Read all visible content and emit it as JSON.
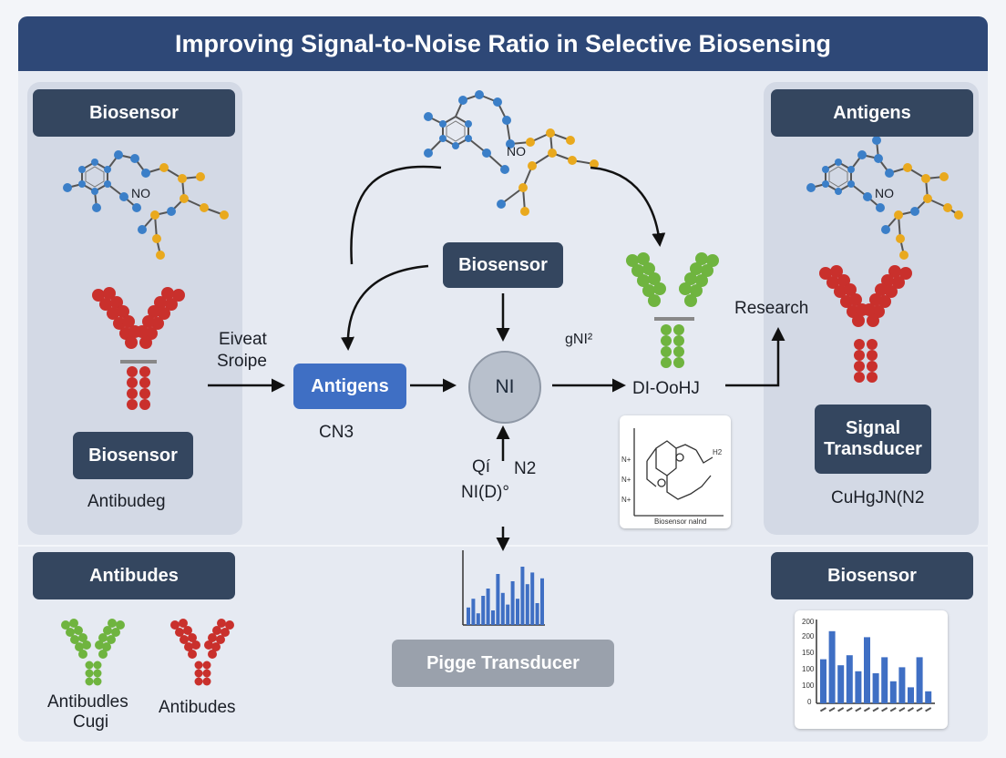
{
  "title": "Improving Signal-to-Noise Ratio in Selective Biosensing",
  "left_panel": {
    "header": "Biosensor",
    "molecule_label": "NO",
    "side_text_1": "Eiveat",
    "side_text_2": "Sroipe",
    "bottom_tag": "Biosensor",
    "caption": "Antibudeg"
  },
  "center": {
    "top_molecule_label": "NO",
    "biosensor_tag": "Biosensor",
    "antigens_tag": "Antigens",
    "antigens_caption": "CN3",
    "node_label": "NI",
    "formula_top_right": "gNI²",
    "formula_right": "DI-OoHJ",
    "formula_below_1": "Qí",
    "formula_below_2": "N2",
    "formula_below_3": "NI(D)°",
    "transducer_tag": "Pigge Transducer"
  },
  "inset_structure": {
    "labels": [
      "H2",
      "N+",
      "N+",
      "N+"
    ],
    "caption": "Biosensor nalnd"
  },
  "right_panel": {
    "header": "Antigens",
    "molecule_label": "NO",
    "research_label": "Research",
    "signal_tag": "Signal Transducer",
    "formula": "CuHgJN(N2"
  },
  "bottom_left": {
    "header": "Antibudes",
    "label_1": "Antibudles",
    "label_1b": "Cugi",
    "label_2": "Antibudes"
  },
  "bottom_right": {
    "header": "Biosensor",
    "y_ticks": [
      "200",
      "200",
      "150",
      "100",
      "100",
      "0"
    ]
  },
  "chart_data": [
    {
      "type": "bar",
      "series": [
        {
          "values": [
            12,
            18,
            8,
            20,
            25,
            10,
            35,
            22,
            14,
            30,
            18,
            40,
            28,
            36,
            15,
            32
          ]
        }
      ],
      "ylim": [
        0,
        45
      ]
    },
    {
      "type": "bar",
      "series": [
        {
          "values": [
            110,
            180,
            95,
            120,
            80,
            165,
            75,
            115,
            55,
            90,
            40,
            115,
            30
          ]
        }
      ],
      "ylim": [
        0,
        200
      ]
    }
  ],
  "colors": {
    "title_bg": "#2e4877",
    "tag_dark": "#34465f",
    "tag_blue": "#3f6fc4",
    "antibody_red": "#c9302c",
    "antibody_green": "#6fb43f",
    "atom_blue": "#3b7fc8",
    "atom_yellow": "#e9a91e",
    "bar_blue": "#3f6fc4"
  }
}
